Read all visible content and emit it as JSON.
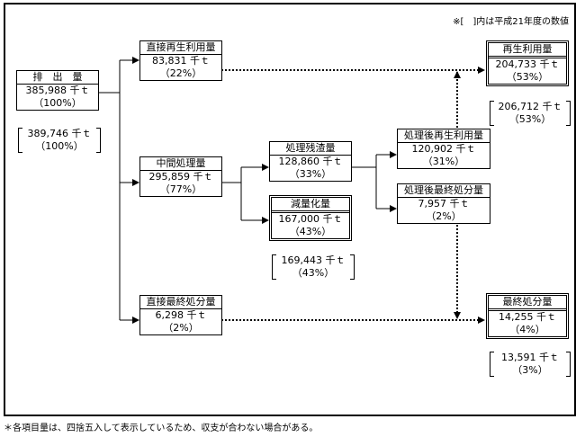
{
  "note": "※[　]内は平成21年度の数値",
  "footnote": "＊各項目量は、四捨五入して表示しているため、収支が合わない場合がある。",
  "nodes": {
    "emission": {
      "title": "排　出　量",
      "value": "385,988 千ｔ",
      "pct": "（100%）"
    },
    "direct_recycle": {
      "title": "直接再生利用量",
      "value": "83,831 千ｔ",
      "pct": "（22%）"
    },
    "intermediate": {
      "title": "中間処理量",
      "value": "295,859 千ｔ",
      "pct": "（77%）"
    },
    "residue": {
      "title": "処理残渣量",
      "value": "128,860 千ｔ",
      "pct": "（33%）"
    },
    "reduction": {
      "title": "減量化量",
      "value": "167,000 千ｔ",
      "pct": "（43%）"
    },
    "post_recycle": {
      "title": "処理後再生利用量",
      "value": "120,902 千ｔ",
      "pct": "（31%）"
    },
    "post_final": {
      "title": "処理後最終処分量",
      "value": "7,957 千ｔ",
      "pct": "（2%）"
    },
    "direct_final": {
      "title": "直接最終処分量",
      "value": "6,298 千ｔ",
      "pct": "（2%）"
    },
    "recycle": {
      "title": "再生利用量",
      "value": "204,733 千ｔ",
      "pct": "（53%）"
    },
    "final": {
      "title": "最終処分量",
      "value": "14,255 千ｔ",
      "pct": "（4%）"
    }
  },
  "previous": {
    "emission": {
      "value": "389,746 千ｔ",
      "pct": "（100%）"
    },
    "recycle": {
      "value": "206,712 千ｔ",
      "pct": "（53%）"
    },
    "reduction": {
      "value": "169,443 千ｔ",
      "pct": "（43%）"
    },
    "final": {
      "value": "13,591 千ｔ",
      "pct": "（3%）"
    }
  }
}
